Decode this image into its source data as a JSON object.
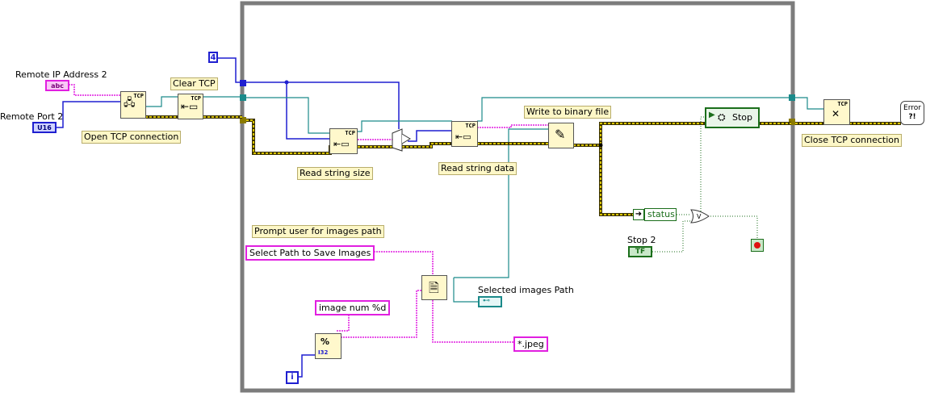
{
  "controls": {
    "remote_ip_label": "Remote IP Address 2",
    "remote_ip_terminal": "abc",
    "remote_port_label": "Remote Port 2",
    "remote_port_terminal": "U16",
    "stop2_label": "Stop 2",
    "stop2_terminal": "TF"
  },
  "constants": {
    "bytes_to_read": "4",
    "dialog_prompt": "Select Path to Save Images",
    "filename_format": "image num %d",
    "file_pattern": "*.jpeg",
    "iteration": "i"
  },
  "free_labels": {
    "clear_tcp": "Clear TCP",
    "open_tcp": "Open TCP connection",
    "read_string_size": "Read string size",
    "read_string_data": "Read string data",
    "write_to_binary": "Write to binary file",
    "close_tcp": "Close TCP connection",
    "prompt_user": "Prompt user for images path"
  },
  "nodes": {
    "tcp_tag": "TCP"
  },
  "indicators": {
    "status_label": "status",
    "stop_label": "Stop",
    "selected_path_label": "Selected images Path",
    "error_text": "Error",
    "error_glyph": "?!"
  },
  "colors": {
    "string_wire": "#e11fe0",
    "numeric_wire": "#1f1fd0",
    "refnum_wire": "#1b8a8a",
    "error_wire": "#8a7a00",
    "boolean_wire": "#1b6e1b",
    "loop_frame": "#7a7a7a"
  }
}
